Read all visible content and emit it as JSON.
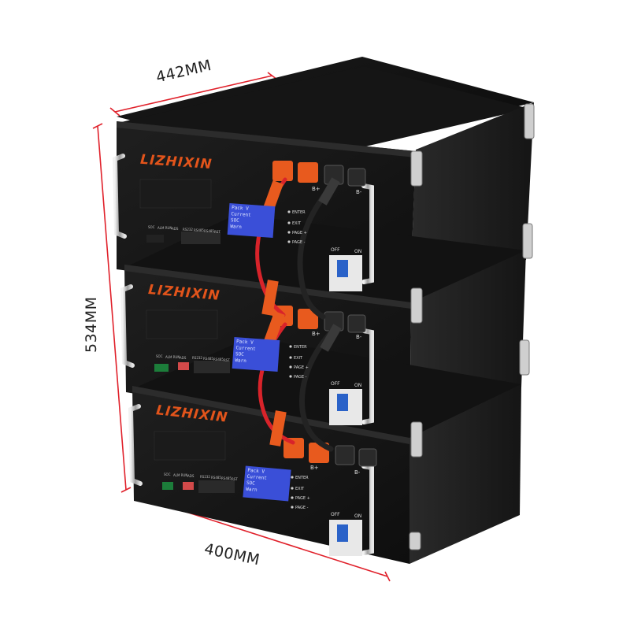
{
  "dimensions": {
    "width_label": "442MM",
    "height_label": "534MM",
    "depth_label": "400MM",
    "line_color": "#e0202a"
  },
  "modules": [
    {
      "brand": "LIZHIXIN",
      "lcd_lines": [
        "Pack V",
        "Current",
        "SOC",
        "Warn"
      ],
      "keys": [
        "ENTER",
        "EXIT",
        "PAGE +",
        "PAGE -"
      ],
      "switch_off": "OFF",
      "switch_on": "ON",
      "ports": [
        "SOC",
        "ALM RUN",
        "ADS",
        "RS232",
        "RS485",
        "RS485",
        "RST"
      ],
      "terminal_pos": "B+",
      "terminal_neg": "B-"
    },
    {
      "brand": "LIZHIXIN",
      "lcd_lines": [
        "Pack V",
        "Current",
        "SOC",
        "Warn"
      ],
      "keys": [
        "ENTER",
        "EXIT",
        "PAGE +",
        "PAGE -"
      ],
      "switch_off": "OFF",
      "switch_on": "ON",
      "ports": [
        "SOC",
        "ALM RUN",
        "ADS",
        "RS232",
        "RS485",
        "RS485",
        "RST"
      ],
      "terminal_pos": "B+",
      "terminal_neg": "B-"
    },
    {
      "brand": "LIZHIXIN",
      "lcd_lines": [
        "Pack V",
        "Current",
        "SOC",
        "Warn"
      ],
      "keys": [
        "ENTER",
        "EXIT",
        "PAGE +",
        "PAGE -"
      ],
      "switch_off": "OFF",
      "switch_on": "ON",
      "ports": [
        "SOC",
        "ALM RUN",
        "ADS",
        "RS232",
        "RS485",
        "RS485",
        "RST"
      ],
      "terminal_pos": "B+",
      "terminal_neg": "B-"
    }
  ],
  "colors": {
    "brand": "#e2541b",
    "cable_red": "#d8232a",
    "connector_orange": "#e85a1e",
    "lcd_blue": "#3a4fd8",
    "switch_blue": "#2a62c8"
  }
}
